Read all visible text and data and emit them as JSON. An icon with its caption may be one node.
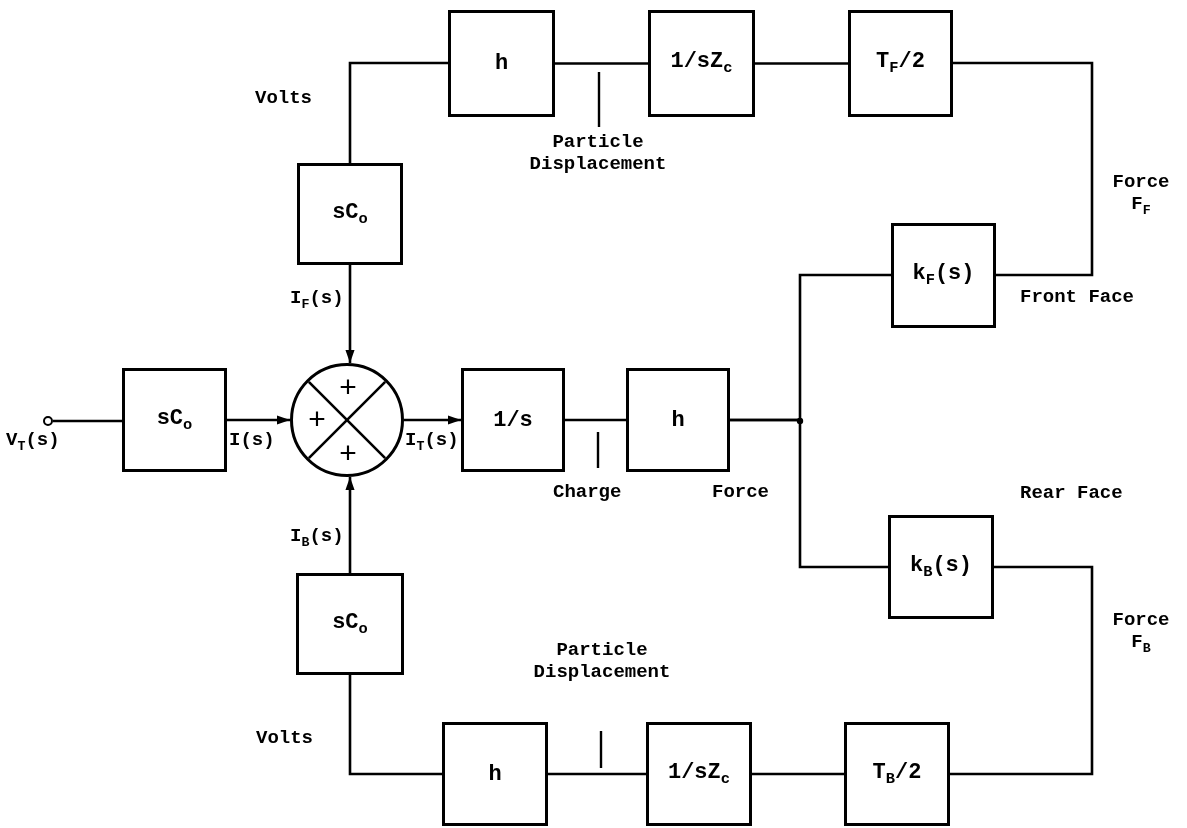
{
  "diagram": {
    "nodes": [
      {
        "text": [],
        "shape": "circle",
        "beside": [
          "V$_{T}$(s)"
        ]
      },
      {
        "text": [
          "sC$_{o}$"
        ]
      },
      {
        "text": [
          "+",
          "+",
          "+"
        ]
      },
      {
        "text": [
          "1/s"
        ]
      },
      {
        "text": [
          "h"
        ]
      },
      {
        "text": [
          "k$_{F}$(s)"
        ]
      },
      {
        "text": [
          "k$_{B}$(s)"
        ]
      },
      {
        "text": [
          "sC$_{o}$"
        ]
      },
      {
        "text": [
          "h"
        ]
      },
      {
        "text": [
          "1/sZ$_{c}$"
        ]
      },
      {
        "text": [
          "T$_{F}$/2"
        ]
      },
      {
        "text": [
          "sC$_{o}$"
        ]
      },
      {
        "text": [
          "h"
        ]
      },
      {
        "text": [
          "1/sZ$_{c}$"
        ]
      },
      {
        "text": [
          "T$_{B}$/2"
        ]
      }
    ],
    "edges": [
      {
        "from": 0,
        "to": 1,
        "arrow": "none"
      },
      {
        "from": 1,
        "to": 2,
        "arrow": "to",
        "label": "I(s)"
      },
      {
        "from": 2,
        "to": 3,
        "arrow": "to",
        "label": "I$_{T}$(s)"
      },
      {
        "from": 3,
        "to": 4,
        "arrow": "none",
        "label": "Charge"
      },
      {
        "from": 4,
        "to": 5,
        "arrow": "none",
        "label": "Force"
      },
      {
        "from": 4,
        "to": 6,
        "arrow": "none"
      },
      {
        "from": 5,
        "to": 10,
        "arrow": "none",
        "label": "Force F$_{F}$"
      },
      {
        "from": 10,
        "to": 9,
        "arrow": "none"
      },
      {
        "from": 9,
        "to": 8,
        "arrow": "none",
        "label": "Particle Displacement"
      },
      {
        "from": 8,
        "to": 7,
        "arrow": "none",
        "label": "Volts"
      },
      {
        "from": 7,
        "to": 2,
        "arrow": "to",
        "label": "I$_{F}$(s)"
      },
      {
        "from": 6,
        "to": 14,
        "arrow": "none",
        "label": "Force F$_{B}$"
      },
      {
        "from": 14,
        "to": 13,
        "arrow": "none"
      },
      {
        "from": 13,
        "to": 12,
        "arrow": "none",
        "label": "Particle Displacement"
      },
      {
        "from": 12,
        "to": 11,
        "arrow": "none",
        "label": "Volts"
      },
      {
        "from": 11,
        "to": 2,
        "arrow": "to",
        "label": "I$_{B}$(s)"
      }
    ],
    "labels": [
      "Front Face",
      "Rear Face"
    ]
  }
}
